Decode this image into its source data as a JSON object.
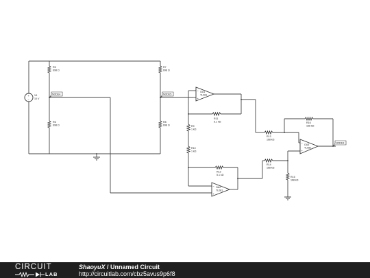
{
  "circuit": {
    "nodes": {
      "n_left": "NODE4",
      "n_right": "NODE5",
      "n_out": "NODE3"
    },
    "source": {
      "name": "V1",
      "value": "10 V"
    },
    "resistors": {
      "r5": {
        "name": "R5",
        "value": "698 Ω"
      },
      "r6": {
        "name": "R6",
        "value": "698 Ω"
      },
      "r7": {
        "name": "R7",
        "value": "698 Ω"
      },
      "r8": {
        "name": "R8",
        "value": "698 Ω"
      },
      "r9": {
        "name": "R9",
        "value": "1 kΩ"
      },
      "r10": {
        "name": "R10",
        "value": "1 kΩ"
      },
      "r11": {
        "name": "R11",
        "value": "5.1 kΩ"
      },
      "r12": {
        "name": "R12",
        "value": "5.1 kΩ"
      },
      "r13": {
        "name": "R13",
        "value": "168 kΩ"
      },
      "r14": {
        "name": "R14",
        "value": "168 kΩ"
      },
      "r15": {
        "name": "R15",
        "value": "168 kΩ"
      },
      "r16": {
        "name": "R16",
        "value": "168 kΩ"
      }
    },
    "opamps": {
      "oa1": {
        "name": "OA1",
        "part": "TL081"
      },
      "oa2": {
        "name": "OA2",
        "part": "TL081"
      },
      "oa3": {
        "name": "OA3",
        "part": "TL081"
      }
    }
  },
  "footer": {
    "logo_top": "CIRCUIT",
    "logo_bottom": "LAB",
    "author": "ShaoyuX",
    "separator": " / ",
    "title": "Unnamed Circuit",
    "url": "http://circuitlab.com/cbz5avus9p6f8"
  }
}
